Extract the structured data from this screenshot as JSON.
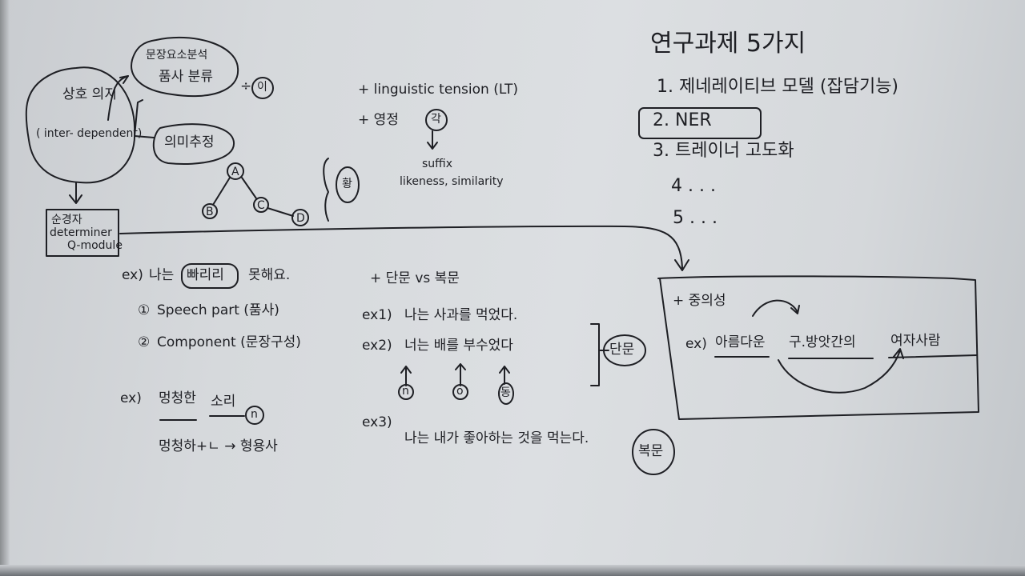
{
  "board": {
    "left_map": {
      "center_node": "상호 의지",
      "center_sub": "( inter- dependent)",
      "branch1_top": "문장요소분석",
      "branch1_bottom": "품사 분류",
      "branch1_suffix": "÷",
      "circled_i": "이",
      "branch2": "의미추정",
      "tree_a": "A",
      "tree_b": "B",
      "tree_c": "C",
      "tree_d": "D",
      "circled_hwang": "황",
      "module_line1": "순경자",
      "module_line2": "determiner",
      "module_line3": "Q-module"
    },
    "middle_top": {
      "lt_line": "+ linguistic tension (LT)",
      "yj_line": "+ 영정",
      "circled_gak": "각",
      "suffix": "suffix",
      "likeness": "likeness, similarity"
    },
    "example1": {
      "ex_label": "ex)",
      "sentence_a": "나는",
      "boxed": "빠리리",
      "sentence_b": "못해요.",
      "item1_num": "①",
      "item1": "Speech part (품사)",
      "item2_num": "②",
      "item2": "Component (문장구성)"
    },
    "example2": {
      "ex_label": "ex)",
      "phrase_a": "멍청한",
      "phrase_b": "소리",
      "circled_n": "n",
      "derive": "멍청하+ㄴ → 형용사"
    },
    "middle_bottom": {
      "title": "+ 단문 vs 복문",
      "ex1_label": "ex1)",
      "ex1": "나는 사과를 먹었다.",
      "ex2_label": "ex2)",
      "ex2": "너는 배를 부수었다",
      "mark1": "n",
      "mark2": "o",
      "mark3": "동",
      "circled_danmun": "단문",
      "ex3_label": "ex3)",
      "ex3": "나는 내가 좋아하는 것을 먹는다.",
      "circled_bokmun": "복문"
    },
    "right": {
      "title": "연구과제 5가지",
      "item1": "1. 제네레이티브 모델 (잡담기능)",
      "item2": "2. NER",
      "item3": "3. 트레이너 고도화",
      "item4": "4 . . .",
      "item5": "5 . . ."
    },
    "box": {
      "title": "+ 중의성",
      "ex_label": "ex)",
      "ex_a": "아름다운",
      "ex_b": "구.방앗간의",
      "ex_c": "여자사람"
    }
  }
}
